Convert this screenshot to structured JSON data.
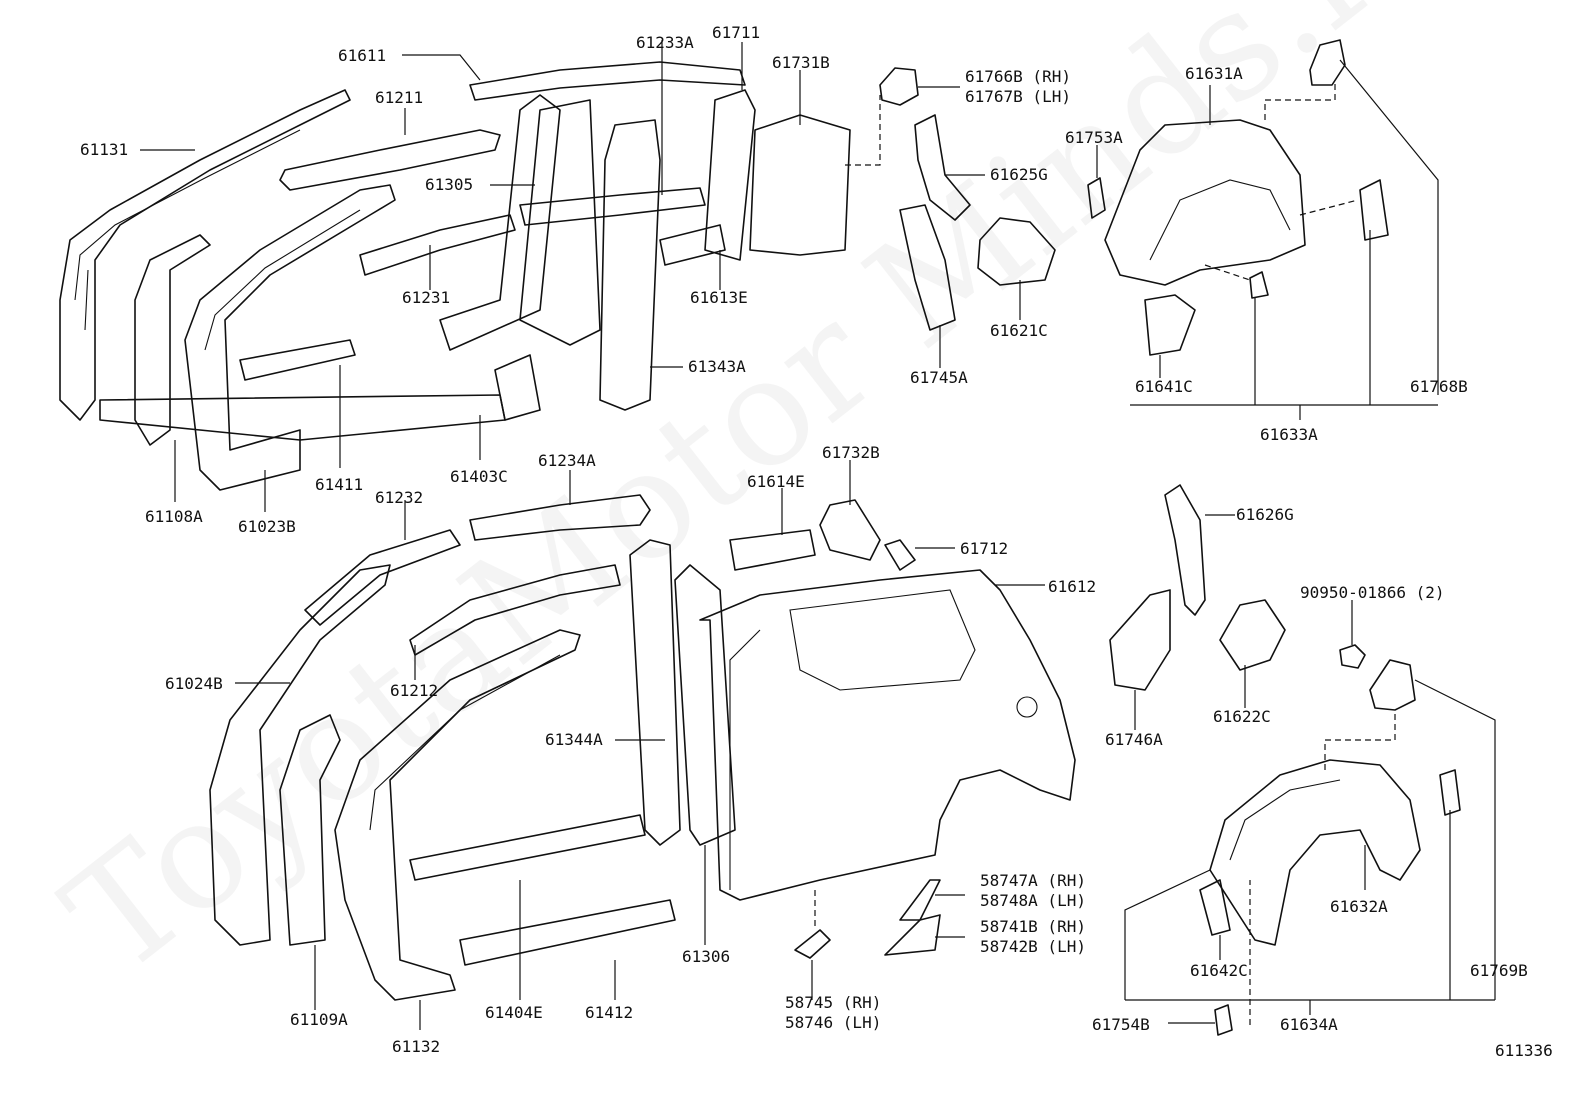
{
  "watermark": "ToyotaMotor Minds.ru",
  "diagram_id": "611336",
  "labels": {
    "p61611": "61611",
    "p61233a": "61233A",
    "p61711": "61711",
    "p61731b": "61731B",
    "p61766b": "61766B (RH)",
    "p61767b": "61767B (LH)",
    "p61631a": "61631A",
    "p61211": "61211",
    "p61131": "61131",
    "p61305": "61305",
    "p61625g": "61625G",
    "p61753a": "61753A",
    "p61231": "61231",
    "p61613e": "61613E",
    "p61621c": "61621C",
    "p61343a": "61343A",
    "p61745a": "61745A",
    "p61641c": "61641C",
    "p61768b": "61768B",
    "p61411": "61411",
    "p61403c": "61403C",
    "p61633a": "61633A",
    "p61108a": "61108A",
    "p61023b": "61023B",
    "p61234a": "61234A",
    "p61732b": "61732B",
    "p61614e": "61614E",
    "p61232": "61232",
    "p61626g": "61626G",
    "p61712": "61712",
    "p61612": "61612",
    "p90950": "90950-01866 (2)",
    "p61024b": "61024B",
    "p61212": "61212",
    "p61746a": "61746A",
    "p61622c": "61622C",
    "p61344a": "61344A",
    "p58747a": "58747A (RH)",
    "p58748a": "58748A (LH)",
    "p58741b": "58741B (RH)",
    "p58742b": "58742B (LH)",
    "p61632a": "61632A",
    "p61306": "61306",
    "p61642c": "61642C",
    "p61769b": "61769B",
    "p61109a": "61109A",
    "p61404e": "61404E",
    "p61412": "61412",
    "p58745": "58745 (RH)",
    "p58746": "58746 (LH)",
    "p61754b": "61754B",
    "p61634a": "61634A",
    "p61132": "61132"
  }
}
